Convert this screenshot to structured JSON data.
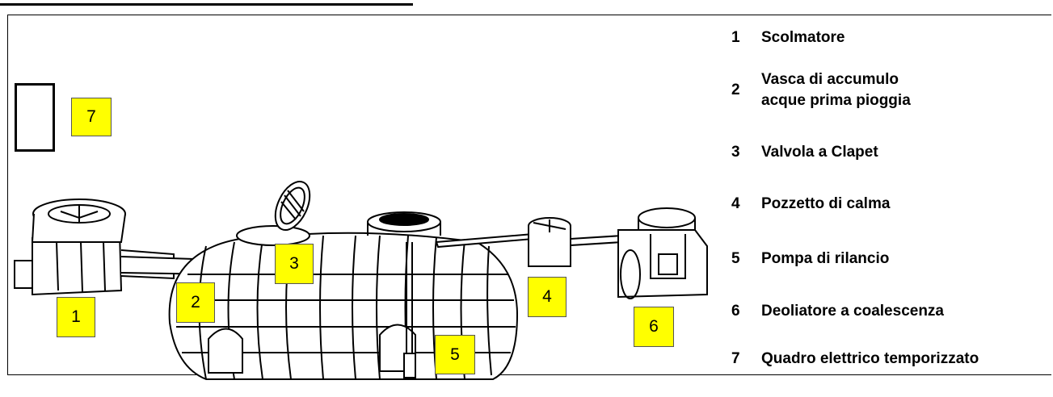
{
  "colors": {
    "tag_fill": "#ffff00",
    "line": "#000000"
  },
  "tags": [
    {
      "id": "1",
      "label": "1"
    },
    {
      "id": "2",
      "label": "2"
    },
    {
      "id": "3",
      "label": "3"
    },
    {
      "id": "4",
      "label": "4"
    },
    {
      "id": "5",
      "label": "5"
    },
    {
      "id": "6",
      "label": "6"
    },
    {
      "id": "7",
      "label": "7"
    }
  ],
  "legend": [
    {
      "num": "1",
      "text": "Scolmatore"
    },
    {
      "num": "2",
      "text": "Vasca di accumulo acque prima pioggia"
    },
    {
      "num": "3",
      "text": "Valvola a Clapet"
    },
    {
      "num": "4",
      "text": "Pozzetto di calma"
    },
    {
      "num": "5",
      "text": "Pompa di rilancio"
    },
    {
      "num": "6",
      "text": "Deoliatore a coalescenza"
    },
    {
      "num": "7",
      "text": "Quadro elettrico temporizzato"
    }
  ],
  "icons": {
    "electrical_panel": "lightning-bolt-icon"
  }
}
